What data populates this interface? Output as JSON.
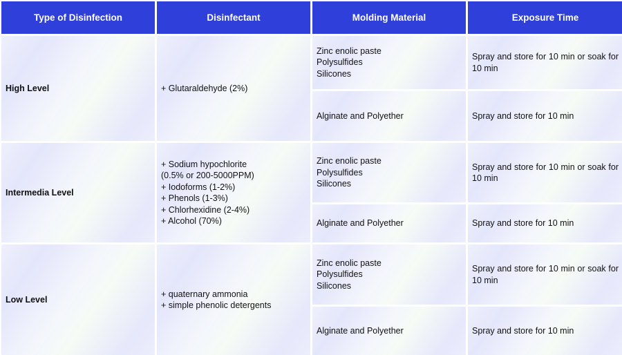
{
  "table": {
    "headers": [
      "Type of Disinfection",
      "Disinfectant",
      "Molding Material",
      "Exposure Time"
    ],
    "rows": [
      {
        "type": "High Level",
        "disinfectants": [
          "+ Glutaraldehyde (2%)"
        ],
        "materials": [
          {
            "lines": [
              "Zinc enolic paste",
              "Polysulfides",
              "Silicones"
            ],
            "exposure": "Spray and store for 10 min or soak for 10 min"
          },
          {
            "lines": [
              "Alginate and Polyether"
            ],
            "exposure": "Spray and store for 10 min"
          }
        ]
      },
      {
        "type": "Intermedia Level",
        "disinfectants": [
          "+ Sodium hypochlorite",
          "(0.5% or 200-5000PPM)",
          "+ Iodoforms (1-2%)",
          "+ Phenols (1-3%)",
          "+ Chlorhexidine (2-4%)",
          "+ Alcohol (70%)"
        ],
        "materials": [
          {
            "lines": [
              "Zinc enolic paste",
              "Polysulfides",
              "Silicones"
            ],
            "exposure": "Spray and store for 10 min or soak for 10 min"
          },
          {
            "lines": [
              "Alginate and Polyether"
            ],
            "exposure": "Spray and store for 10 min"
          }
        ]
      },
      {
        "type": "Low Level",
        "disinfectants": [
          "+ quaternary ammonia",
          "+ simple phenolic detergents"
        ],
        "materials": [
          {
            "lines": [
              "Zinc enolic paste",
              "Polysulfides",
              "Silicones"
            ],
            "exposure": "Spray and store for 10 min or soak for 10 min"
          },
          {
            "lines": [
              "Alginate and Polyether"
            ],
            "exposure": "Spray and store for 10 min"
          }
        ]
      }
    ],
    "colors": {
      "header_bg": "#2f3fd9",
      "header_text": "#ffffff",
      "cell_bg": "#eef0fc"
    }
  }
}
